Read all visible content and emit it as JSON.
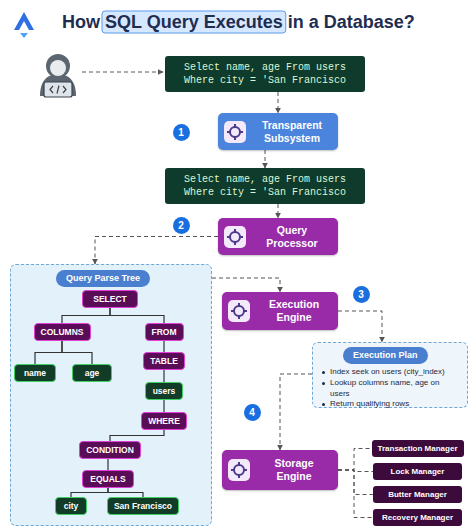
{
  "diagram": {
    "title": "How SQL Query Executes in a Database?",
    "nodes": [
      {
        "text": [
          "Select name, age From users Where city = 'San Francisco"
        ]
      },
      {
        "text": [
          "Transparent Subsystem"
        ]
      },
      {
        "text": [
          "Select name, age From users Where city = 'San Francisco"
        ]
      },
      {
        "text": [
          "Query Processor"
        ]
      },
      {
        "text": [
          "Query Parse Tree"
        ]
      },
      {
        "text": [
          "SELECT"
        ],
        "in": 4
      },
      {
        "text": [
          "COLUMNS"
        ],
        "in": 4
      },
      {
        "text": [
          "name"
        ],
        "in": 4
      },
      {
        "text": [
          "age"
        ],
        "in": 4
      },
      {
        "text": [
          "FROM"
        ],
        "in": 4
      },
      {
        "text": [
          "TABLE"
        ],
        "in": 4
      },
      {
        "text": [
          "users"
        ],
        "in": 4
      },
      {
        "text": [
          "WHERE"
        ],
        "in": 4
      },
      {
        "text": [
          "CONDITION"
        ],
        "in": 4
      },
      {
        "text": [
          "EQUALS"
        ],
        "in": 4
      },
      {
        "text": [
          "city"
        ],
        "in": 4
      },
      {
        "text": [
          "San Francisco"
        ],
        "in": 4
      },
      {
        "text": [
          "Execution Engine"
        ]
      },
      {
        "text": [
          "Execution Plan",
          "Index seek on users (city_index)",
          "Lookup columns name, age on users",
          "Return qualifying rows"
        ]
      },
      {
        "text": [
          "Storage Engine"
        ]
      },
      {
        "text": [
          "Transaction Manager"
        ]
      },
      {
        "text": [
          "Lock Manager"
        ]
      },
      {
        "text": [
          "Butter Manager"
        ]
      },
      {
        "text": [
          "Recovery Manager"
        ]
      }
    ],
    "edges": [
      {
        "from": 0,
        "to": 1,
        "arrow": "to"
      },
      {
        "from": 1,
        "to": 2,
        "arrow": "to"
      },
      {
        "from": 2,
        "to": 3,
        "arrow": "to"
      },
      {
        "from": 3,
        "to": 4,
        "arrow": "to"
      },
      {
        "from": 4,
        "to": 17,
        "arrow": "to"
      },
      {
        "from": 17,
        "to": 18,
        "arrow": "to"
      },
      {
        "from": 18,
        "to": 19,
        "arrow": "to"
      },
      {
        "from": 19,
        "to": 20,
        "arrow": "none"
      },
      {
        "from": 19,
        "to": 21,
        "arrow": "none"
      },
      {
        "from": 19,
        "to": 22,
        "arrow": "none"
      },
      {
        "from": 19,
        "to": 23,
        "arrow": "none"
      },
      {
        "from": 5,
        "to": 6,
        "arrow": "none"
      },
      {
        "from": 5,
        "to": 9,
        "arrow": "none"
      },
      {
        "from": 6,
        "to": 7,
        "arrow": "none"
      },
      {
        "from": 6,
        "to": 8,
        "arrow": "none"
      },
      {
        "from": 9,
        "to": 10,
        "arrow": "none"
      },
      {
        "from": 10,
        "to": 11,
        "arrow": "none"
      },
      {
        "from": 11,
        "to": 12,
        "arrow": "none"
      },
      {
        "from": 12,
        "to": 13,
        "arrow": "none"
      },
      {
        "from": 13,
        "to": 14,
        "arrow": "none"
      },
      {
        "from": 14,
        "to": 15,
        "arrow": "none"
      },
      {
        "from": 14,
        "to": 16,
        "arrow": "none"
      }
    ],
    "labels": [
      "1",
      "2",
      "3",
      "4"
    ]
  }
}
